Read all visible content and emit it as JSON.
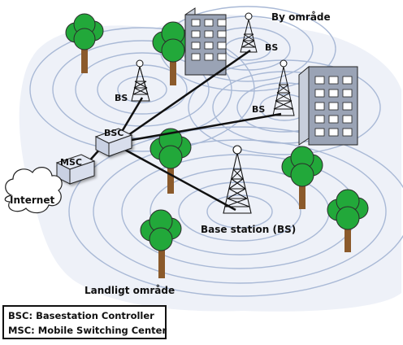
{
  "labels": {
    "city_area": "By område",
    "rural_area": "Landligt område",
    "bs_city": "BS",
    "bs_left": "BS",
    "bs_mid": "BS",
    "bsc": "BSC",
    "msc": "MSC",
    "internet": "Internet",
    "base_station": "Base station (BS)"
  },
  "legend": {
    "bsc": "BSC: Basestation Controller",
    "msc": "MSC: Mobile Switching Center"
  },
  "colors": {
    "tree_foliage": "#22a83a",
    "tree_trunk": "#8b5a2b",
    "building": "#9aa3b5",
    "window": "#ffffff",
    "coverage_ring": "#a9b9d6",
    "area_fill": "#eef1f8",
    "link": "#111111"
  }
}
